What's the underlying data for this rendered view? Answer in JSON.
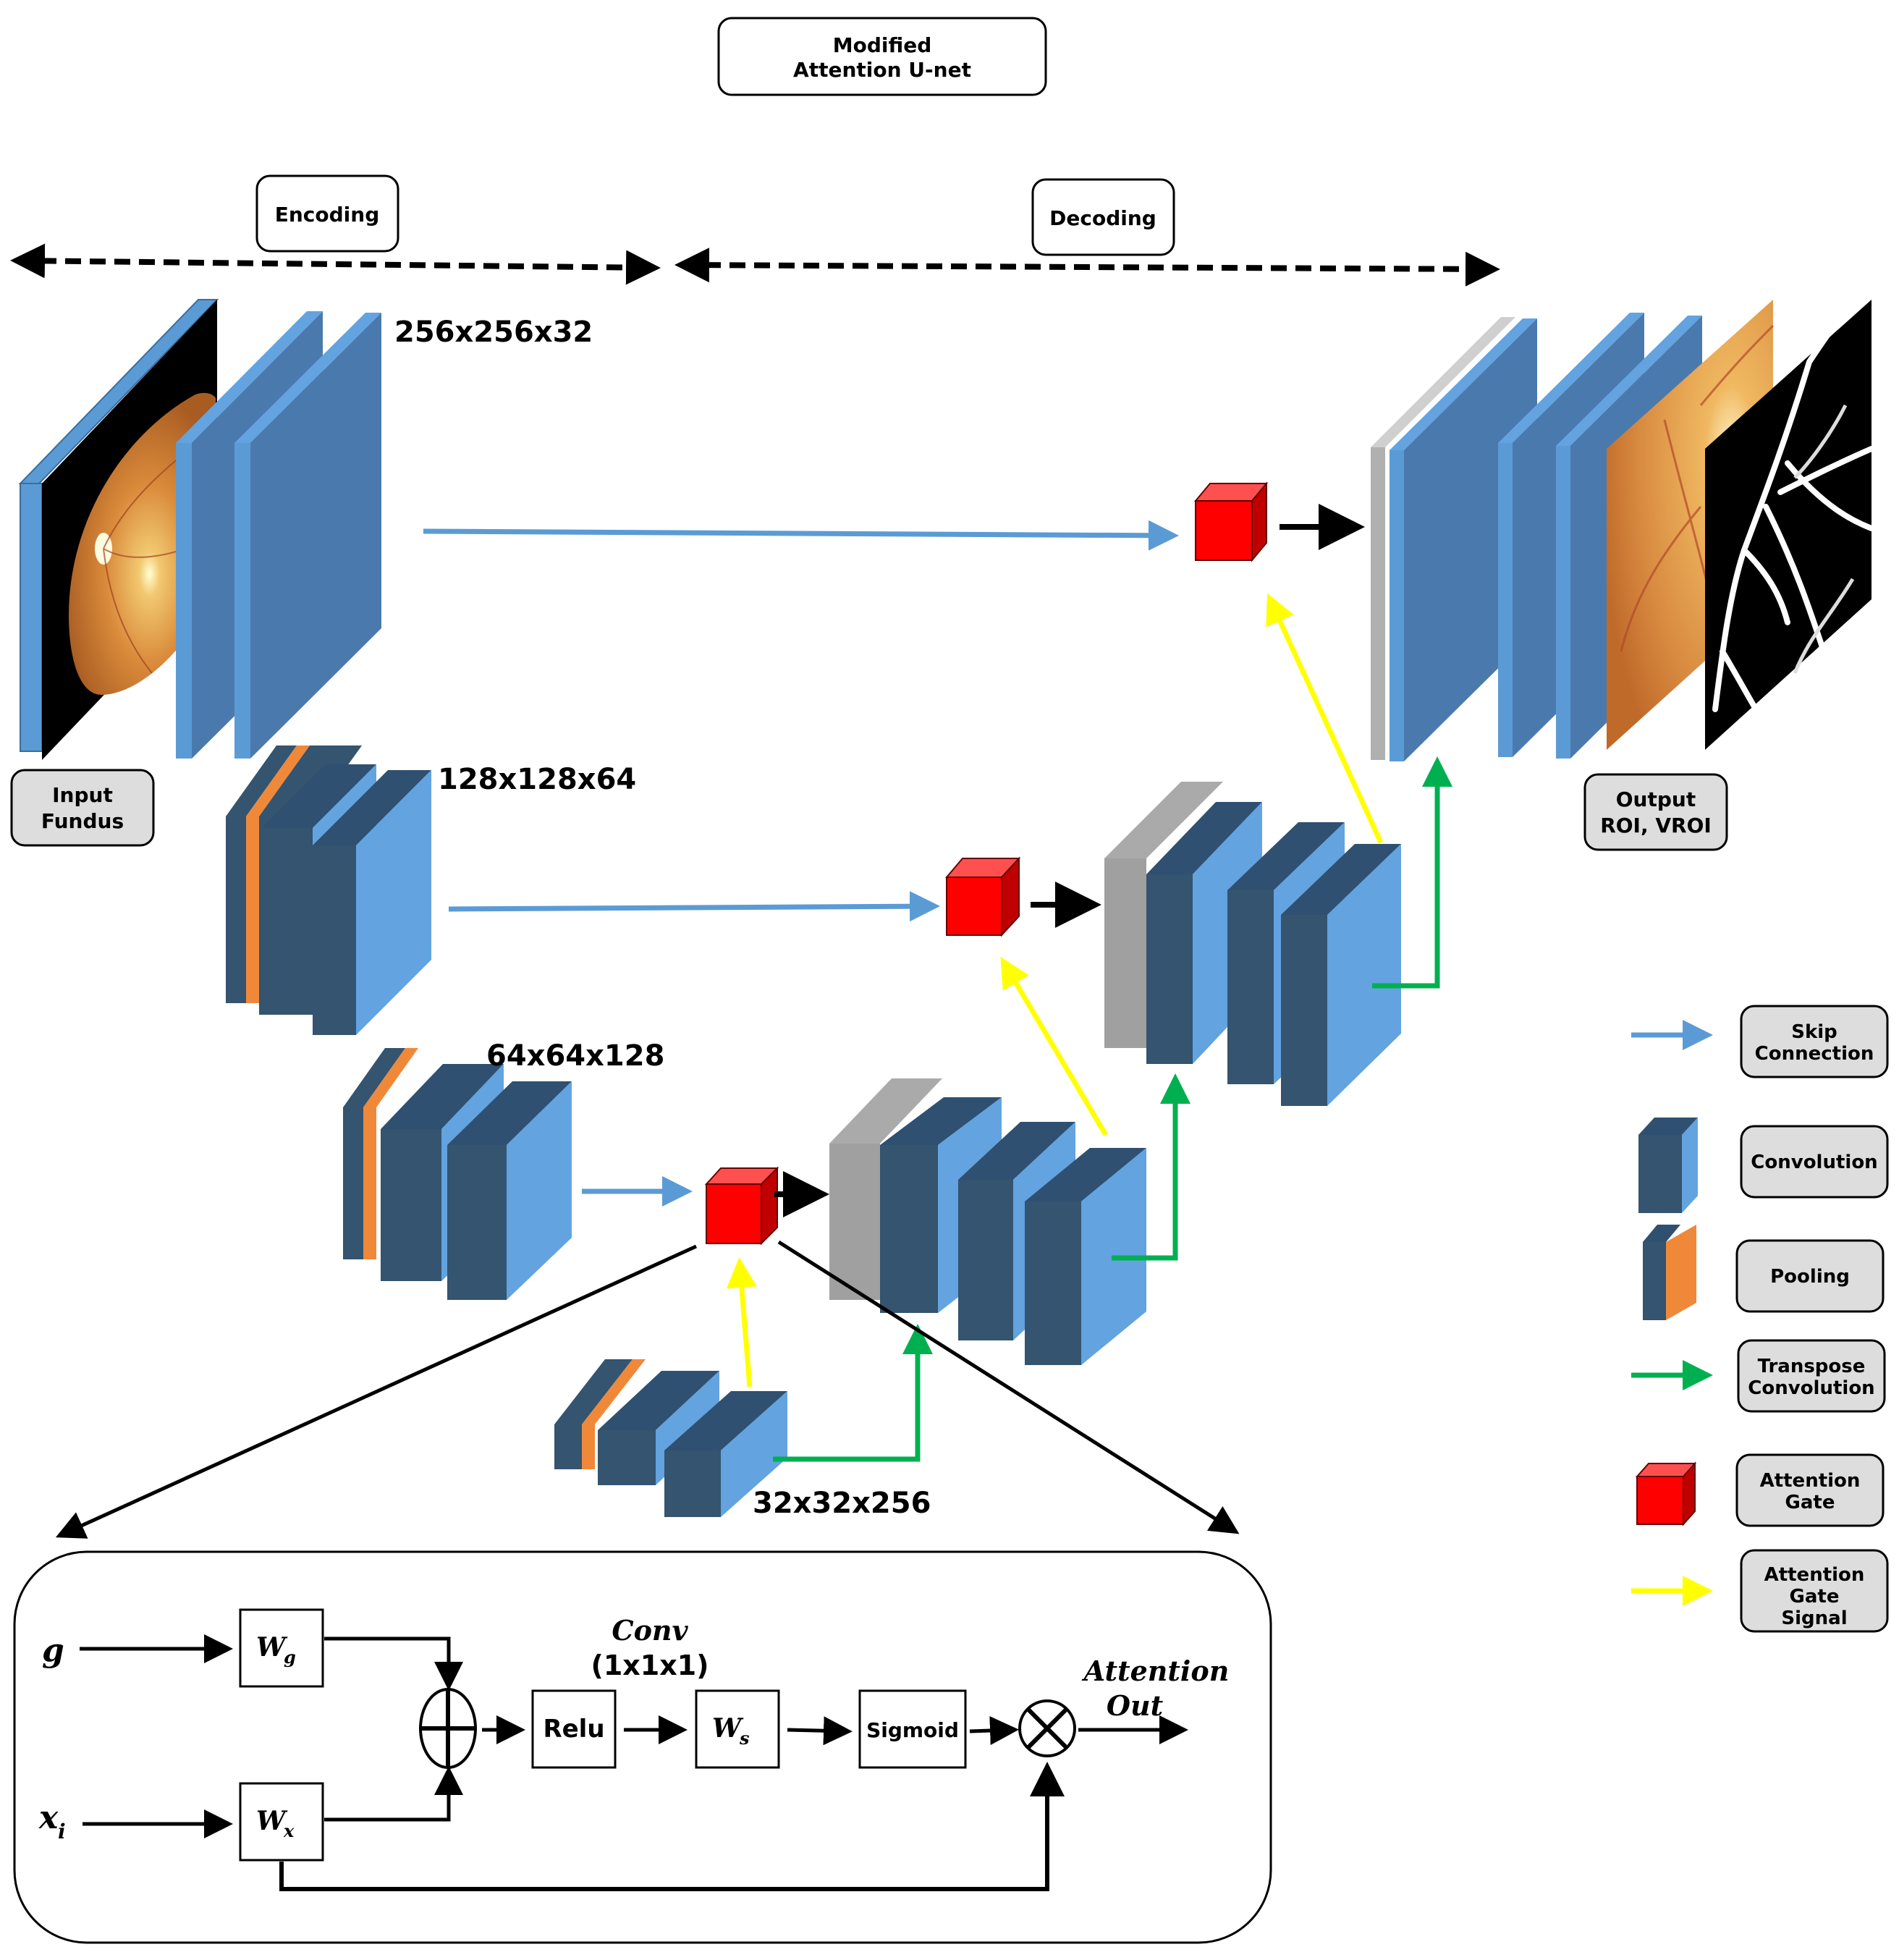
{
  "title": {
    "line1": "Modified",
    "line2": "Attention U-net"
  },
  "phases": {
    "encoding": "Encoding",
    "decoding": "Decoding"
  },
  "dims": {
    "l1": "256x256x32",
    "l2": "128x128x64",
    "l3": "64x64x128",
    "l4": "32x32x256"
  },
  "input_label": {
    "line1": "Input",
    "line2": "Fundus"
  },
  "output_label": {
    "line1": "Output",
    "line2": "ROI, VROI"
  },
  "legend": {
    "skip": {
      "line1": "Skip",
      "line2": "Connection"
    },
    "conv": {
      "line1": "Convolution"
    },
    "pool": {
      "line1": "Pooling"
    },
    "transpose": {
      "line1": "Transpose",
      "line2": "Convolution"
    },
    "gate": {
      "line1": "Attention",
      "line2": "Gate"
    },
    "signal": {
      "line1": "Attention",
      "line2": "Gate",
      "line3": "Signal"
    }
  },
  "detail": {
    "g": "g",
    "xi": "x",
    "xi_sub": "i",
    "wg": "W",
    "wg_sub": "g",
    "wx": "W",
    "wx_sub": "x",
    "ws": "W",
    "ws_sub": "s",
    "relu": "Relu",
    "sigmoid": "Sigmoid",
    "conv_line1": "Conv",
    "conv_line2": "(1x1x1)",
    "out_line1": "Attention",
    "out_line2": "Out"
  },
  "colors": {
    "conv_front": "#4a7aad",
    "conv_light": "#62a3e0",
    "conv_dark": "#34546f",
    "pool": "#f0883a",
    "gate": "#ff0000",
    "skip_arrow": "#5b9bd5",
    "transpose_arrow": "#00b050",
    "signal_arrow": "#ffff00"
  }
}
